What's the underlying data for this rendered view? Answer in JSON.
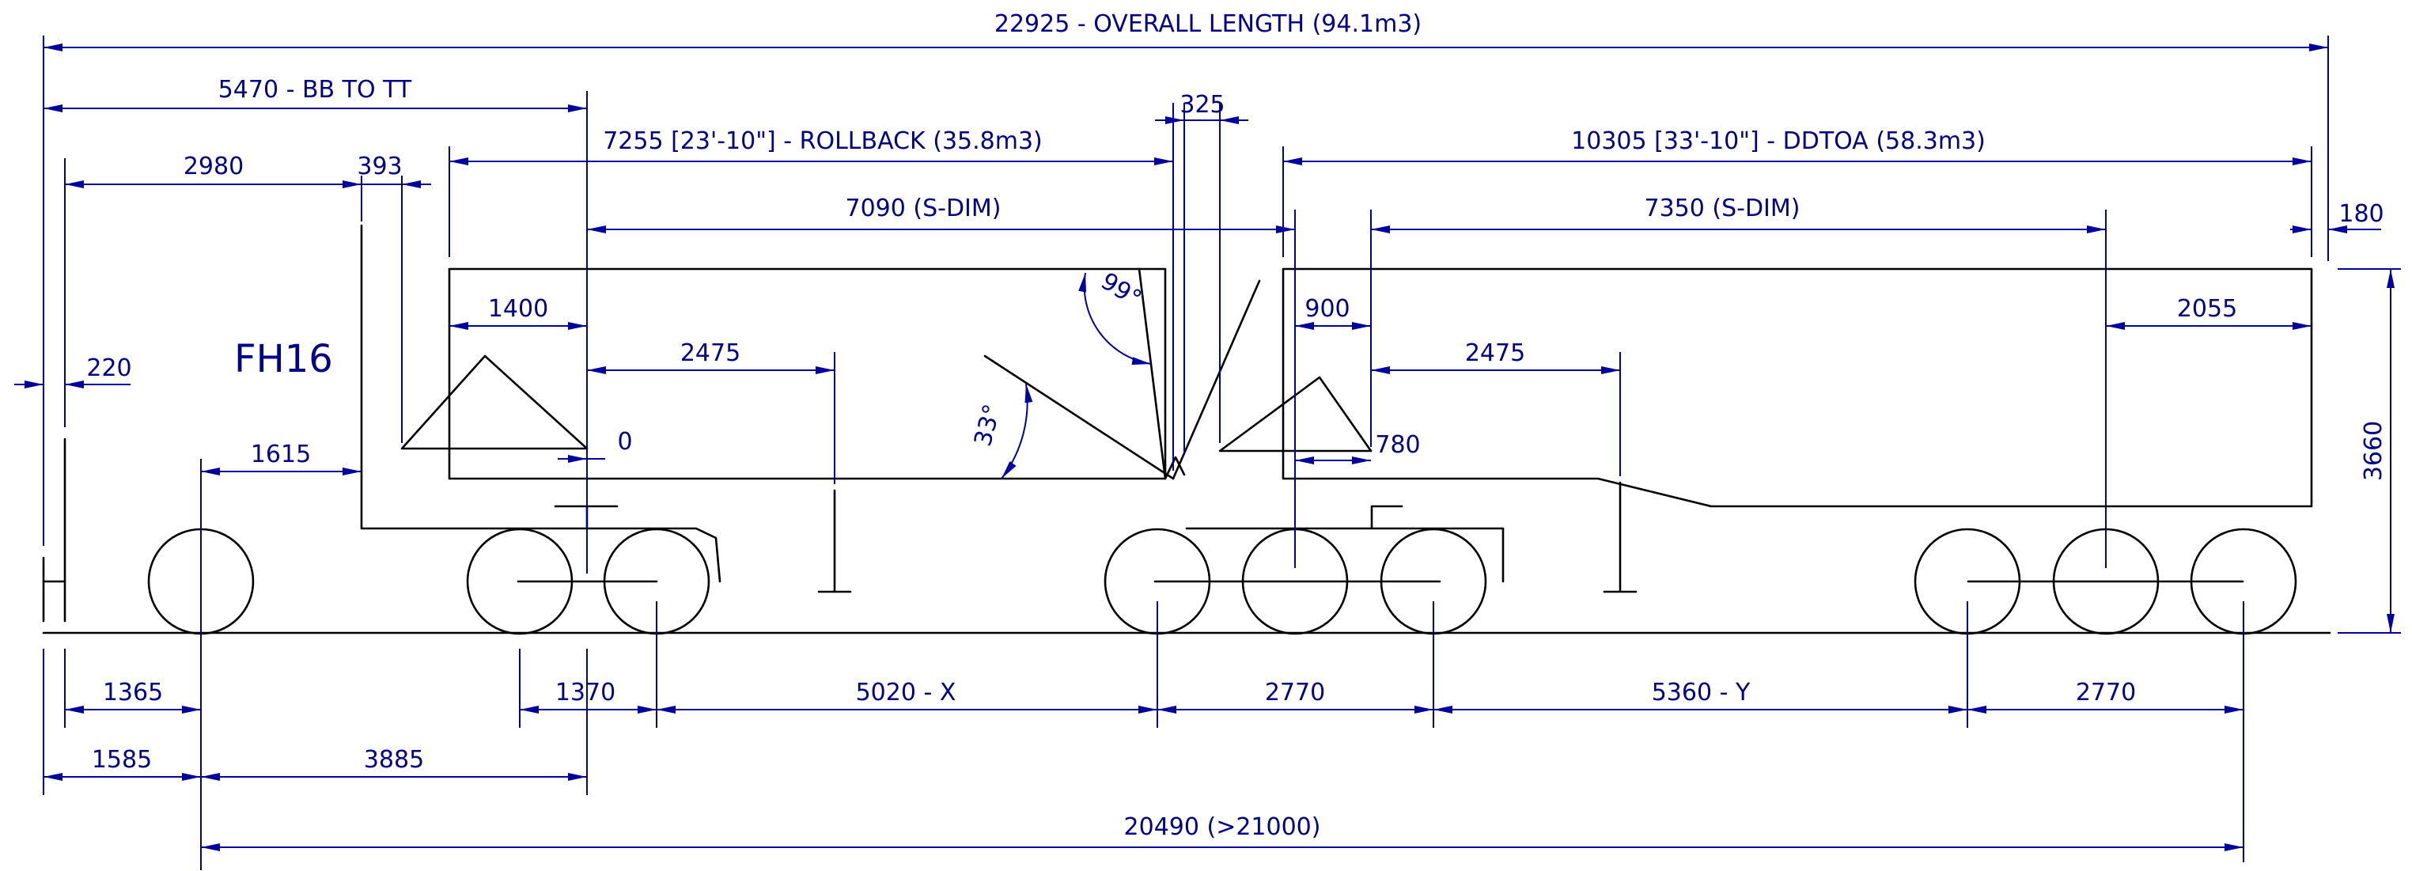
{
  "model_label": "FH16",
  "dimensions": {
    "overall_length": "22925 - OVERALL LENGTH (94.1m3)",
    "bb_to_tt": "5470 - BB TO TT",
    "d2980": "2980",
    "d393": "393",
    "rollback": "7255 [23'-10\"] - ROLLBACK (35.8m3)",
    "d325": "325",
    "ddtoa": "10305 [33'-10\"] - DDTOA (58.3m3)",
    "sdim_front": "7090 (S-DIM)",
    "sdim_rear": "7350 (S-DIM)",
    "d180": "180",
    "d1400": "1400",
    "d2475_front": "2475",
    "d900": "900",
    "d2475_rear": "2475",
    "d2055": "2055",
    "d220": "220",
    "d0": "0",
    "d780": "780",
    "d1615": "1615",
    "d3660": "3660",
    "d1365": "1365",
    "d1370": "1370",
    "x_dim": "5020 - X",
    "d2770_front": "2770",
    "y_dim": "5360 - Y",
    "d2770_rear": "2770",
    "d1585": "1585",
    "d3885": "3885",
    "wheelbase_total": "20490 (>21000)"
  },
  "angles": {
    "tailgate": "99°",
    "tip": "33°"
  },
  "colors": {
    "dimension": "#0000a0",
    "outline": "#000000"
  }
}
